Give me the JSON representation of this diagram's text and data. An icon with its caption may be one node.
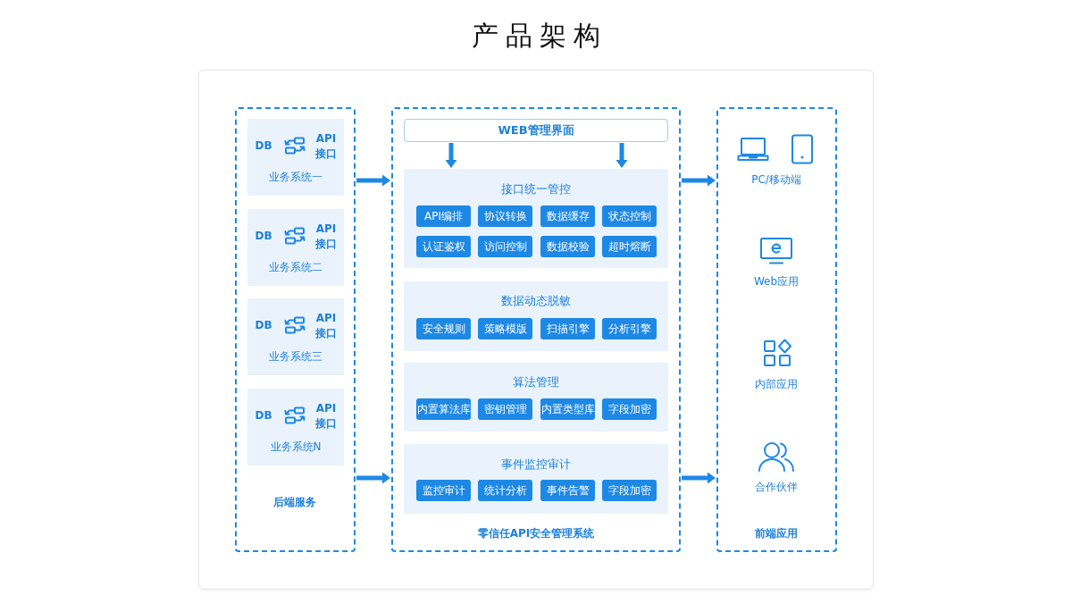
{
  "diagram": {
    "title": "产品架构",
    "nodes": [
      {
        "text": [
          "后端服务"
        ]
      },
      {
        "text": [
          "DB",
          "API 接口",
          "业务系统一"
        ],
        "in": 0
      },
      {
        "text": [
          "DB",
          "API 接口",
          "业务系统二"
        ],
        "in": 0
      },
      {
        "text": [
          "DB",
          "API 接口",
          "业务系统三"
        ],
        "in": 0
      },
      {
        "text": [
          "DB",
          "API 接口",
          "业务系统N"
        ],
        "in": 0
      },
      {
        "text": [
          "零信任API安全管理系统"
        ]
      },
      {
        "text": [
          "WEB管理界面"
        ],
        "in": 5
      },
      {
        "text": [
          "接口统一管控"
        ],
        "in": 5
      },
      {
        "text": [
          "API编排"
        ],
        "in": 7
      },
      {
        "text": [
          "协议转换"
        ],
        "in": 7
      },
      {
        "text": [
          "数据缓存"
        ],
        "in": 7
      },
      {
        "text": [
          "状态控制"
        ],
        "in": 7
      },
      {
        "text": [
          "认证鉴权"
        ],
        "in": 7
      },
      {
        "text": [
          "访问控制"
        ],
        "in": 7
      },
      {
        "text": [
          "数据校验"
        ],
        "in": 7
      },
      {
        "text": [
          "超时熔断"
        ],
        "in": 7
      },
      {
        "text": [
          "数据动态脱敏"
        ],
        "in": 5
      },
      {
        "text": [
          "安全规则"
        ],
        "in": 16
      },
      {
        "text": [
          "策略模版"
        ],
        "in": 16
      },
      {
        "text": [
          "扫描引擎"
        ],
        "in": 16
      },
      {
        "text": [
          "分析引擎"
        ],
        "in": 16
      },
      {
        "text": [
          "算法管理"
        ],
        "in": 5
      },
      {
        "text": [
          "内置算法库"
        ],
        "in": 21
      },
      {
        "text": [
          "密钥管理"
        ],
        "in": 21
      },
      {
        "text": [
          "内置类型库"
        ],
        "in": 21
      },
      {
        "text": [
          "字段加密"
        ],
        "in": 21
      },
      {
        "text": [
          "事件监控审计"
        ],
        "in": 5
      },
      {
        "text": [
          "监控审计"
        ],
        "in": 26
      },
      {
        "text": [
          "统计分析"
        ],
        "in": 26
      },
      {
        "text": [
          "事件告警"
        ],
        "in": 26
      },
      {
        "text": [
          "字段加密"
        ],
        "in": 26
      },
      {
        "text": [
          "PC/移动端",
          "Web应用",
          "内部应用",
          "合作伙伴",
          "前端应用"
        ]
      }
    ],
    "edges": [
      {
        "from": 0,
        "to": 5,
        "arrow": "to"
      },
      {
        "from": 0,
        "to": 5,
        "arrow": "to"
      },
      {
        "from": 6,
        "to": 7,
        "arrow": "to"
      },
      {
        "from": 6,
        "to": 7,
        "arrow": "to"
      },
      {
        "from": 5,
        "to": 31,
        "arrow": "to"
      },
      {
        "from": 5,
        "to": 31,
        "arrow": "to"
      }
    ]
  }
}
